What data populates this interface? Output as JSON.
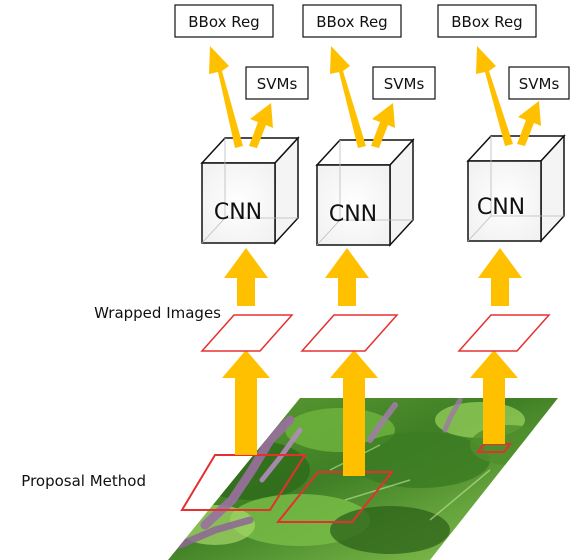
{
  "labels": {
    "bbox_reg": "BBox Reg",
    "svms": "SVMs",
    "cnn": "CNN",
    "wrapped_images": "Wrapped Images",
    "proposal_method": "Proposal Method"
  },
  "colors": {
    "arrow": "#FFC000",
    "proposal_outline": "#E53030",
    "box_stroke": "#111111",
    "leaf_dark": "#2F6B1F",
    "leaf_light": "#7CC24A",
    "flower": "#9A6FA0"
  }
}
